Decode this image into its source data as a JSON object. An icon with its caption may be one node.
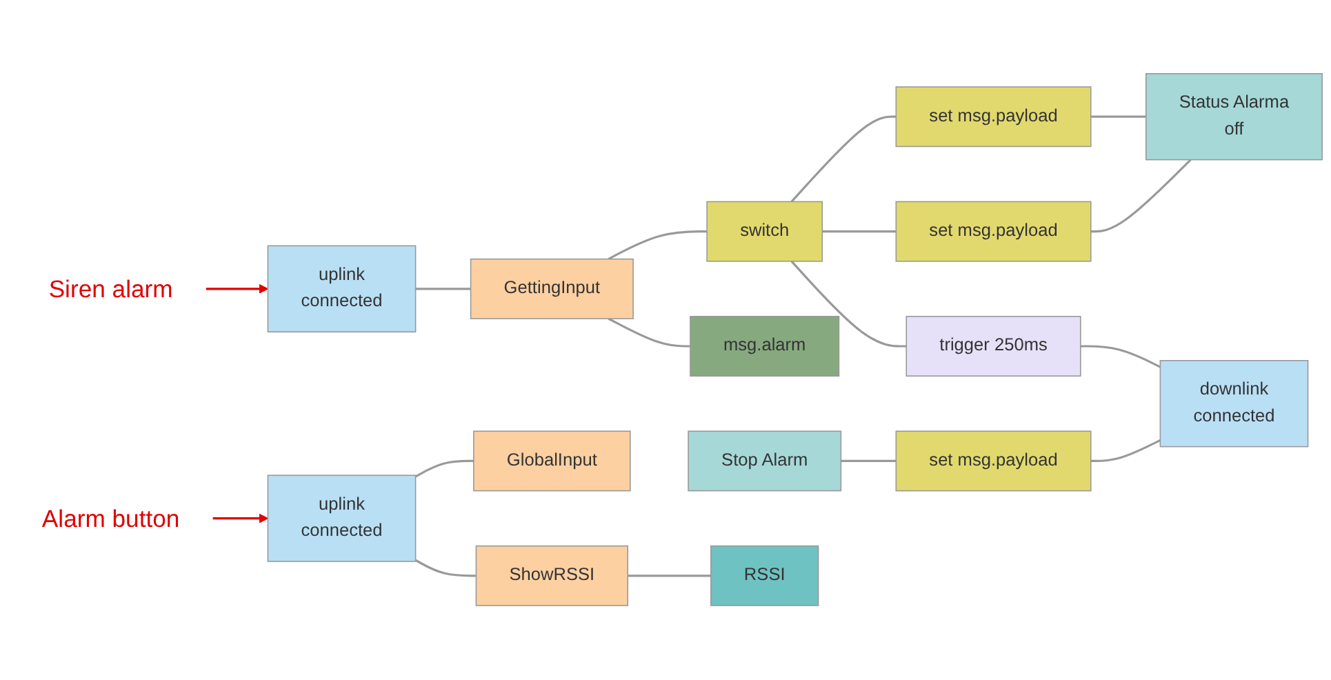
{
  "diagram": {
    "nodes": [
      {
        "text": [
          "uplink",
          "connected"
        ]
      },
      {
        "text": [
          "GettingInput"
        ]
      },
      {
        "text": [
          "switch"
        ]
      },
      {
        "text": [
          "msg.alarm"
        ]
      },
      {
        "text": [
          "set msg.payload"
        ]
      },
      {
        "text": [
          "set msg.payload"
        ]
      },
      {
        "text": [
          "Status Alarma",
          "off"
        ]
      },
      {
        "text": [
          "trigger 250ms"
        ]
      },
      {
        "text": [
          "downlink",
          "connected"
        ]
      },
      {
        "text": [
          "Stop Alarm"
        ]
      },
      {
        "text": [
          "set msg.payload"
        ]
      },
      {
        "text": [
          "uplink",
          "connected"
        ]
      },
      {
        "text": [
          "GlobalInput"
        ]
      },
      {
        "text": [
          "ShowRSSI"
        ]
      },
      {
        "text": [
          "RSSI"
        ]
      },
      {
        "text": [
          "Siren alarm"
        ]
      },
      {
        "text": [
          "Alarm button"
        ]
      }
    ],
    "edges": [
      {
        "from": 0,
        "to": 1,
        "arrow": "none"
      },
      {
        "from": 1,
        "to": 2,
        "arrow": "none"
      },
      {
        "from": 1,
        "to": 3,
        "arrow": "none"
      },
      {
        "from": 2,
        "to": 4,
        "arrow": "none"
      },
      {
        "from": 2,
        "to": 5,
        "arrow": "none"
      },
      {
        "from": 2,
        "to": 7,
        "arrow": "none"
      },
      {
        "from": 4,
        "to": 6,
        "arrow": "none"
      },
      {
        "from": 5,
        "to": 6,
        "arrow": "none"
      },
      {
        "from": 7,
        "to": 8,
        "arrow": "none"
      },
      {
        "from": 9,
        "to": 10,
        "arrow": "none"
      },
      {
        "from": 10,
        "to": 8,
        "arrow": "none"
      },
      {
        "from": 11,
        "to": 12,
        "arrow": "none"
      },
      {
        "from": 11,
        "to": 13,
        "arrow": "none"
      },
      {
        "from": 13,
        "to": 14,
        "arrow": "none"
      },
      {
        "from": 15,
        "to": 0,
        "arrow": "to",
        "color": "#e00000"
      },
      {
        "from": 16,
        "to": 11,
        "arrow": "to",
        "color": "#e00000"
      }
    ]
  }
}
